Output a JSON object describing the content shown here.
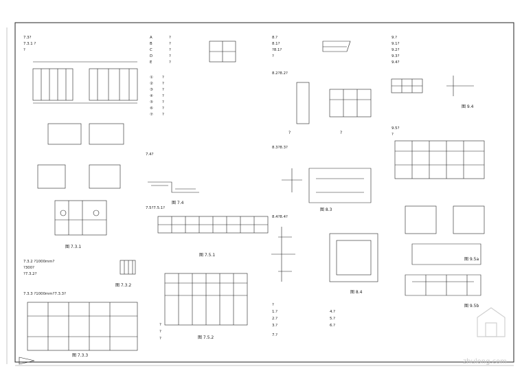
{
  "watermark": "zhulong.com",
  "blocks": {
    "q73": [
      "7.3?",
      "7.3.1 ?",
      "?"
    ],
    "q731_caption": "图 7.3.1",
    "q732": [
      "7.3.2 ?1000mm?",
      "?300?",
      "?7.3.2?"
    ],
    "q732_caption": "图 7.3.2",
    "q733": [
      "7.3.3 ?1000mm?7.3.3?"
    ],
    "q733_caption": "图 7.3.3",
    "legend_keys": [
      "A",
      "B",
      "C",
      "D",
      "E"
    ],
    "legend_items": [
      "?",
      "?",
      "?",
      "?",
      "?"
    ],
    "legend_notes": [
      "①",
      "②",
      "③",
      "④",
      "⑤",
      "⑥",
      "⑦"
    ],
    "legend_lines": [
      "?",
      "?",
      "?",
      "?",
      "?",
      "?",
      "?"
    ],
    "q74": "7.4?",
    "q74_caption": "图 7.4",
    "q75": "7.5?7.5.1?",
    "q751_caption": "图 7.5.1",
    "q752_caption": "图 7.5.2",
    "q76": [
      "?",
      "?",
      "?"
    ],
    "q8": [
      "8.?",
      "8.1?",
      "?8.1?",
      "?"
    ],
    "q82": "8.2?8.2?",
    "q82_labels": [
      "?",
      "?"
    ],
    "q83": "8.3?8.3?",
    "q83_caption": "图 8.3",
    "q84": "8.4?8.4?",
    "q84_caption": "图 8.4",
    "q8_bottom": [
      "?",
      "1.?",
      "2.?",
      "3.?",
      "4.?",
      "5.?",
      "6.?",
      "7.?"
    ],
    "q9": [
      "9.?",
      "9.1?",
      "9.2?",
      "9.3?",
      "9.4?"
    ],
    "q94_caption": "图 9.4",
    "q95": [
      "9.5?",
      "?"
    ],
    "q95_caption": "图 9.5a",
    "q96_caption": "图 9.5b"
  }
}
